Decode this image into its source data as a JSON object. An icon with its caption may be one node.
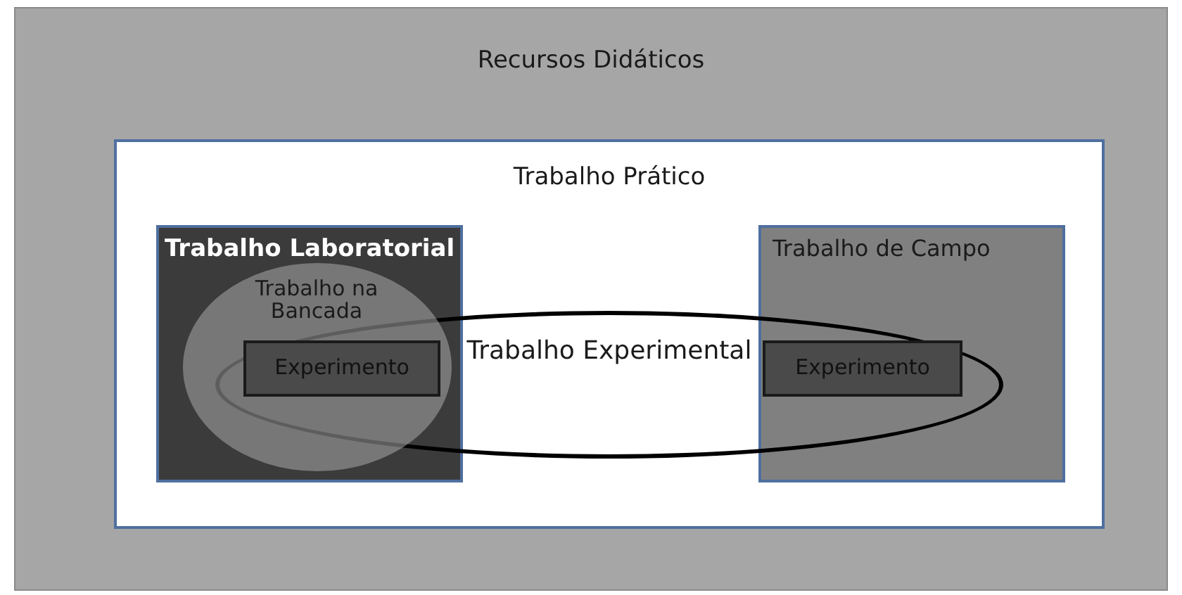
{
  "diagram": {
    "nodes": [
      {
        "text": [
          "Recursos Didáticos"
        ]
      },
      {
        "text": [
          "Trabalho Prático"
        ],
        "in": 0
      },
      {
        "text": [
          "Trabalho Laboratorial"
        ],
        "in": 1
      },
      {
        "text": [
          "Trabalho de Campo"
        ],
        "in": 1
      },
      {
        "text": [
          "Trabalho Experimental"
        ],
        "in": 1
      },
      {
        "text": [
          "Trabalho na Bancada"
        ],
        "in": 2
      },
      {
        "text": [
          "Experimento"
        ]
      },
      {
        "text": [
          "Experimento"
        ]
      }
    ]
  }
}
